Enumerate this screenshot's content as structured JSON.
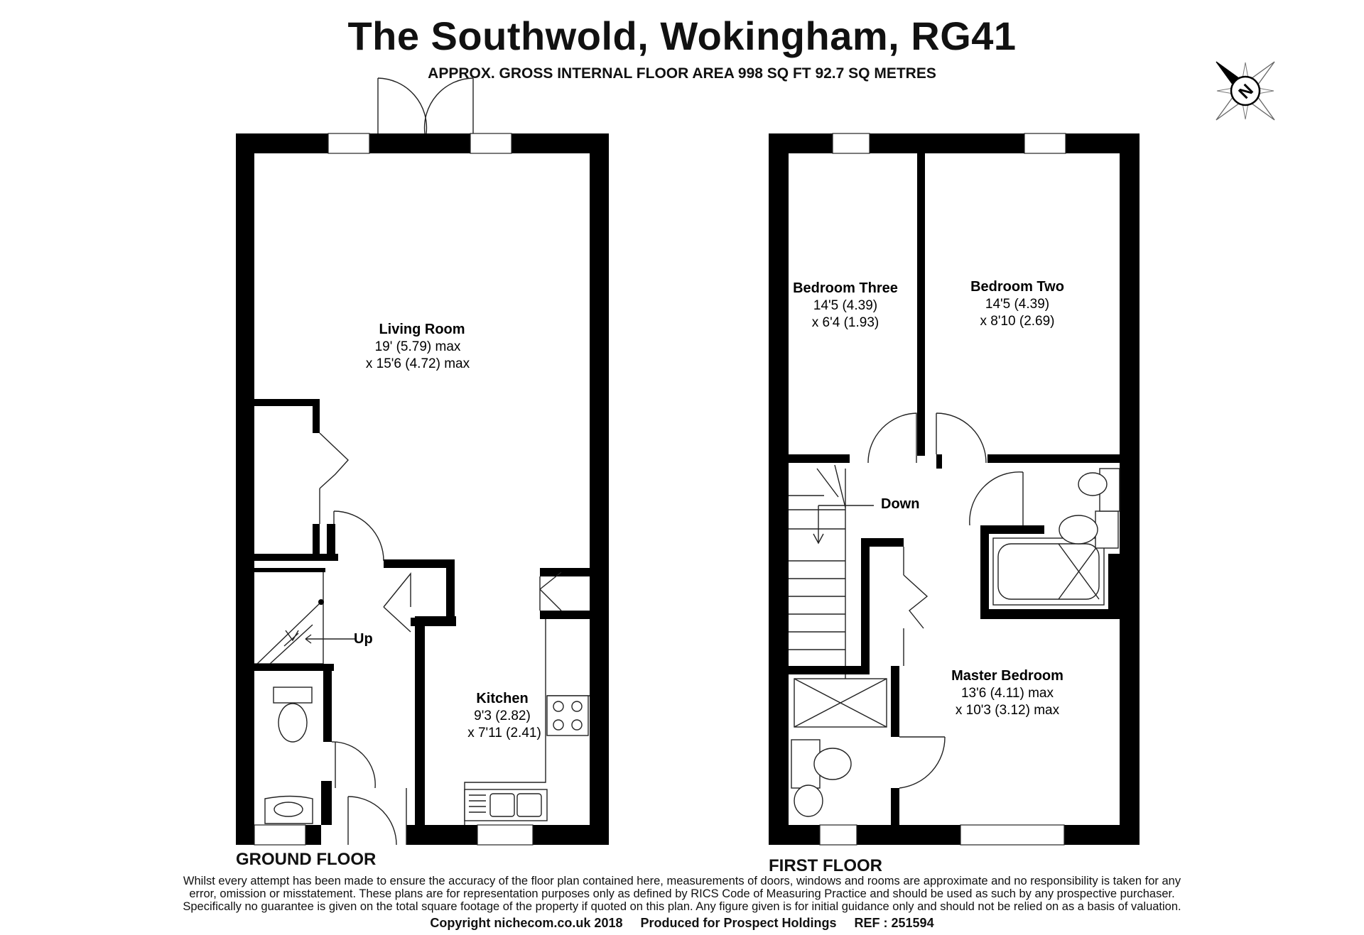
{
  "header": {
    "title": "The Southwold, Wokingham, RG41",
    "subtitle": "APPROX. GROSS INTERNAL FLOOR AREA 998 SQ FT 92.7 SQ METRES"
  },
  "compass": {
    "label": "N"
  },
  "floors": {
    "ground": {
      "label": "GROUND FLOOR",
      "rooms": {
        "living": {
          "name": "Living Room",
          "dim1": "19' (5.79) max",
          "dim2": "x 15'6 (4.72) max"
        },
        "kitchen": {
          "name": "Kitchen",
          "dim1": "9'3 (2.82)",
          "dim2": "x 7'11 (2.41)"
        }
      },
      "stairs_label": "Up"
    },
    "first": {
      "label": "FIRST FLOOR",
      "rooms": {
        "bed3": {
          "name": "Bedroom Three",
          "dim1": "14'5 (4.39)",
          "dim2": "x 6'4 (1.93)"
        },
        "bed2": {
          "name": "Bedroom Two",
          "dim1": "14'5 (4.39)",
          "dim2": "x 8'10 (2.69)"
        },
        "master": {
          "name": "Master Bedroom",
          "dim1": "13'6 (4.11) max",
          "dim2": "x 10'3 (3.12) max"
        }
      },
      "stairs_label": "Down"
    }
  },
  "disclaimer": [
    "Whilst every attempt has been made to ensure the accuracy of the floor plan contained here, measurements of doors, windows and rooms are approximate and no responsibility is taken for any",
    "error, omission or misstatement. These plans are for representation purposes only as defined by RICS Code of Measuring Practice and should be used as such by any prospective purchaser.",
    "Specifically no guarantee is given on the total square footage of the property if quoted on this plan. Any figure given is for initial guidance only and should not be relied on as a basis of valuation."
  ],
  "footer": {
    "copyright": "Copyright nichecom.co.uk 2018     Produced for Prospect Holdings     REF : 251594"
  }
}
